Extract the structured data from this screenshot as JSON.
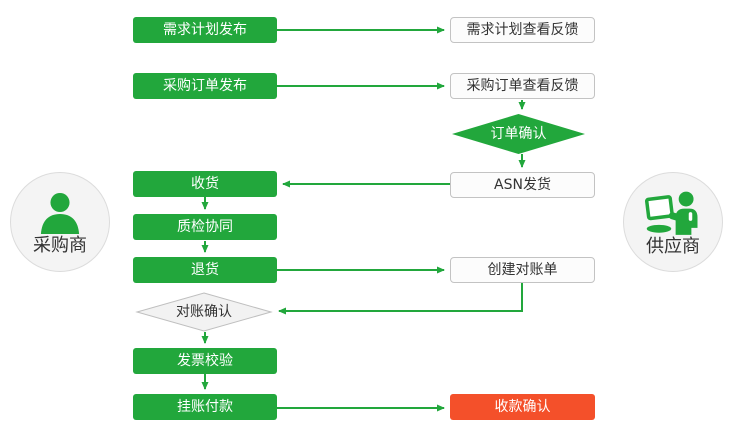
{
  "palette": {
    "green": "#22A73C",
    "red": "#F4502A",
    "white_box_bg": "#FCFCFC",
    "white_box_border": "#C3C3C3",
    "gray_diamond_bg": "#F2F2F2",
    "gray_diamond_border": "#BFBFBF",
    "actor_circle_bg": "#F4F4F4"
  },
  "actors": {
    "buyer": {
      "label": "采购商"
    },
    "supplier": {
      "label": "供应商"
    }
  },
  "nodes": {
    "demand_plan_publish": {
      "label": "需求计划发布",
      "type": "green-box"
    },
    "demand_plan_feedback": {
      "label": "需求计划查看反馈",
      "type": "white-box"
    },
    "po_publish": {
      "label": "采购订单发布",
      "type": "green-box"
    },
    "po_feedback": {
      "label": "采购订单查看反馈",
      "type": "white-box"
    },
    "order_confirm": {
      "label": "订单确认",
      "type": "green-diamond"
    },
    "asn_ship": {
      "label": "ASN发货",
      "type": "white-box"
    },
    "receive": {
      "label": "收货",
      "type": "green-box"
    },
    "quality_check": {
      "label": "质检协同",
      "type": "green-box"
    },
    "return_goods": {
      "label": "退货",
      "type": "green-box"
    },
    "create_statement": {
      "label": "创建对账单",
      "type": "white-box"
    },
    "statement_confirm": {
      "label": "对账确认",
      "type": "gray-diamond"
    },
    "invoice_verify": {
      "label": "发票校验",
      "type": "green-box"
    },
    "payment": {
      "label": "挂账付款",
      "type": "green-box"
    },
    "receipt_confirm": {
      "label": "收款确认",
      "type": "red-box"
    }
  },
  "connections": [
    {
      "from": "demand_plan_publish",
      "to": "demand_plan_feedback"
    },
    {
      "from": "po_publish",
      "to": "po_feedback"
    },
    {
      "from": "po_feedback",
      "to": "order_confirm"
    },
    {
      "from": "order_confirm",
      "to": "asn_ship"
    },
    {
      "from": "asn_ship",
      "to": "receive"
    },
    {
      "from": "receive",
      "to": "quality_check"
    },
    {
      "from": "quality_check",
      "to": "return_goods"
    },
    {
      "from": "return_goods",
      "to": "create_statement"
    },
    {
      "from": "create_statement",
      "to": "statement_confirm"
    },
    {
      "from": "statement_confirm",
      "to": "invoice_verify"
    },
    {
      "from": "invoice_verify",
      "to": "payment"
    },
    {
      "from": "payment",
      "to": "receipt_confirm"
    }
  ]
}
